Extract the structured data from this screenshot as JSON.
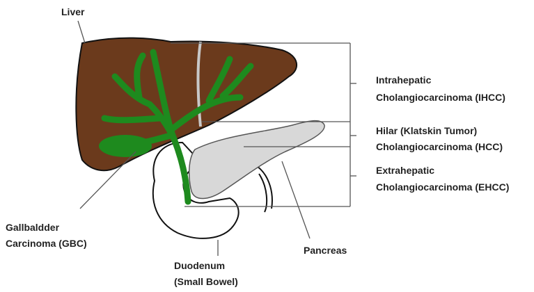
{
  "labels": {
    "liver": "Liver",
    "ihcc": [
      "Intrahepatic",
      "Cholangiocarcinoma  (IHCC)"
    ],
    "hcc": [
      "Hilar (Klatskin Tumor)",
      "Cholangiocarcinoma  (HCC)"
    ],
    "ehcc": [
      "Extrahepatic",
      "Cholangiocarcinoma  (EHCC)"
    ],
    "gbc": [
      "Gallbaldder",
      "Carcinoma (GBC)"
    ],
    "duodenum": [
      "Duodenum",
      "(Small Bowel)"
    ],
    "pancreas": "Pancreas"
  },
  "colors": {
    "liver": "#6b3a1c",
    "bile_ducts": "#1e8a1e",
    "pancreas": "#d8d8d8",
    "lines": "#444444"
  }
}
